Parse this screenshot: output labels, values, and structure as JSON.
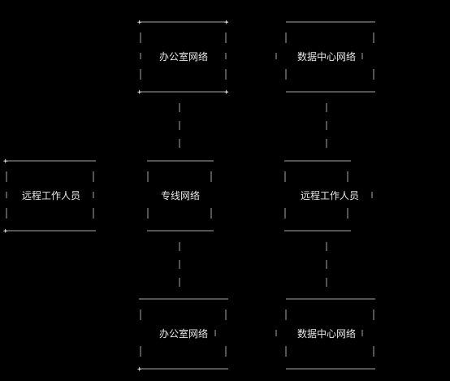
{
  "colors": {
    "background": "#000000",
    "line": "#a9a9a9",
    "text": "#e6e6e6"
  },
  "diagram": {
    "nodes": [
      {
        "id": "office-top",
        "label": "办公室网络"
      },
      {
        "id": "datacenter-top",
        "label": "数据中心网络"
      },
      {
        "id": "remote-left",
        "label": "远程工作人员"
      },
      {
        "id": "dedicated-line",
        "label": "专线网络"
      },
      {
        "id": "remote-right",
        "label": "远程工作人员"
      },
      {
        "id": "office-bottom",
        "label": "办公室网络"
      },
      {
        "id": "datacenter-bottom",
        "label": "数据中心网络"
      }
    ],
    "connectors": [
      {
        "from": "office-top",
        "to": "dedicated-line"
      },
      {
        "from": "datacenter-top",
        "to": "remote-right"
      },
      {
        "from": "dedicated-line",
        "to": "office-bottom"
      },
      {
        "from": "remote-right",
        "to": "datacenter-bottom"
      }
    ]
  }
}
